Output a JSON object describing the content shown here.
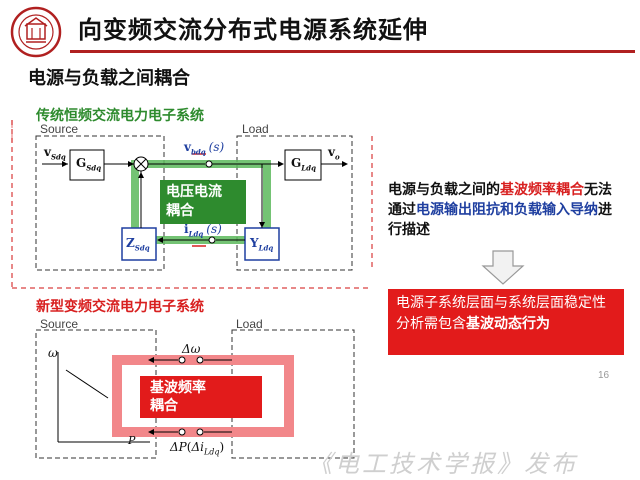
{
  "header": {
    "title": "向变频交流分布式电源系统延伸",
    "section": "电源与负载之间耦合"
  },
  "diagram_top": {
    "title": "传统恒频交流电力电子系统",
    "source_label": "Source",
    "load_label": "Load",
    "v_sdq": "v",
    "v_sdq_sub": "Sdq",
    "g_sdq": "G",
    "g_sdq_sub": "Sdq",
    "v_bus": "v",
    "v_bus_sub": "bdq",
    "v_bus_arg": "(s)",
    "i_bus": "i",
    "i_bus_sub": "Ldq",
    "i_bus_arg": "(s)",
    "g_ldq": "G",
    "g_ldq_sub": "Ldq",
    "v_o": "v",
    "v_o_sub": "o",
    "z_sdq": "Z",
    "z_sdq_sub": "Sdq",
    "y_ldq": "Y",
    "y_ldq_sub": "Ldq",
    "coupling_label_line1": "电压电流",
    "coupling_label_line2": "耦合"
  },
  "diagram_bottom": {
    "title": "新型变频交流电力电子系统",
    "source_label": "Source",
    "load_label": "Load",
    "omega_axis": "ω",
    "p_axis": "P",
    "delta_omega": "Δω",
    "delta_p": "ΔP",
    "delta_i": "Δi",
    "delta_i_sub": "Ldq",
    "coupling_label_line1": "基波频率",
    "coupling_label_line2": "耦合"
  },
  "right_panel": {
    "text_part1": "电源与负载之间的",
    "text_highlight1": "基波频率耦合",
    "text_part2": "无法通过",
    "text_highlight2": "电源输出阻抗和负载输入导纳",
    "text_part3": "进行描述",
    "box_part1": "电源子系统层面与系统层面稳定性分析需包含",
    "box_bold": "基波动态行为"
  },
  "page_number": "16",
  "watermark": "《电工技术学报》发布",
  "colors": {
    "title_line": "#b02020",
    "green": "#2e8b2e",
    "red": "#e21b1b",
    "blue_box": "#1f3fa0"
  }
}
